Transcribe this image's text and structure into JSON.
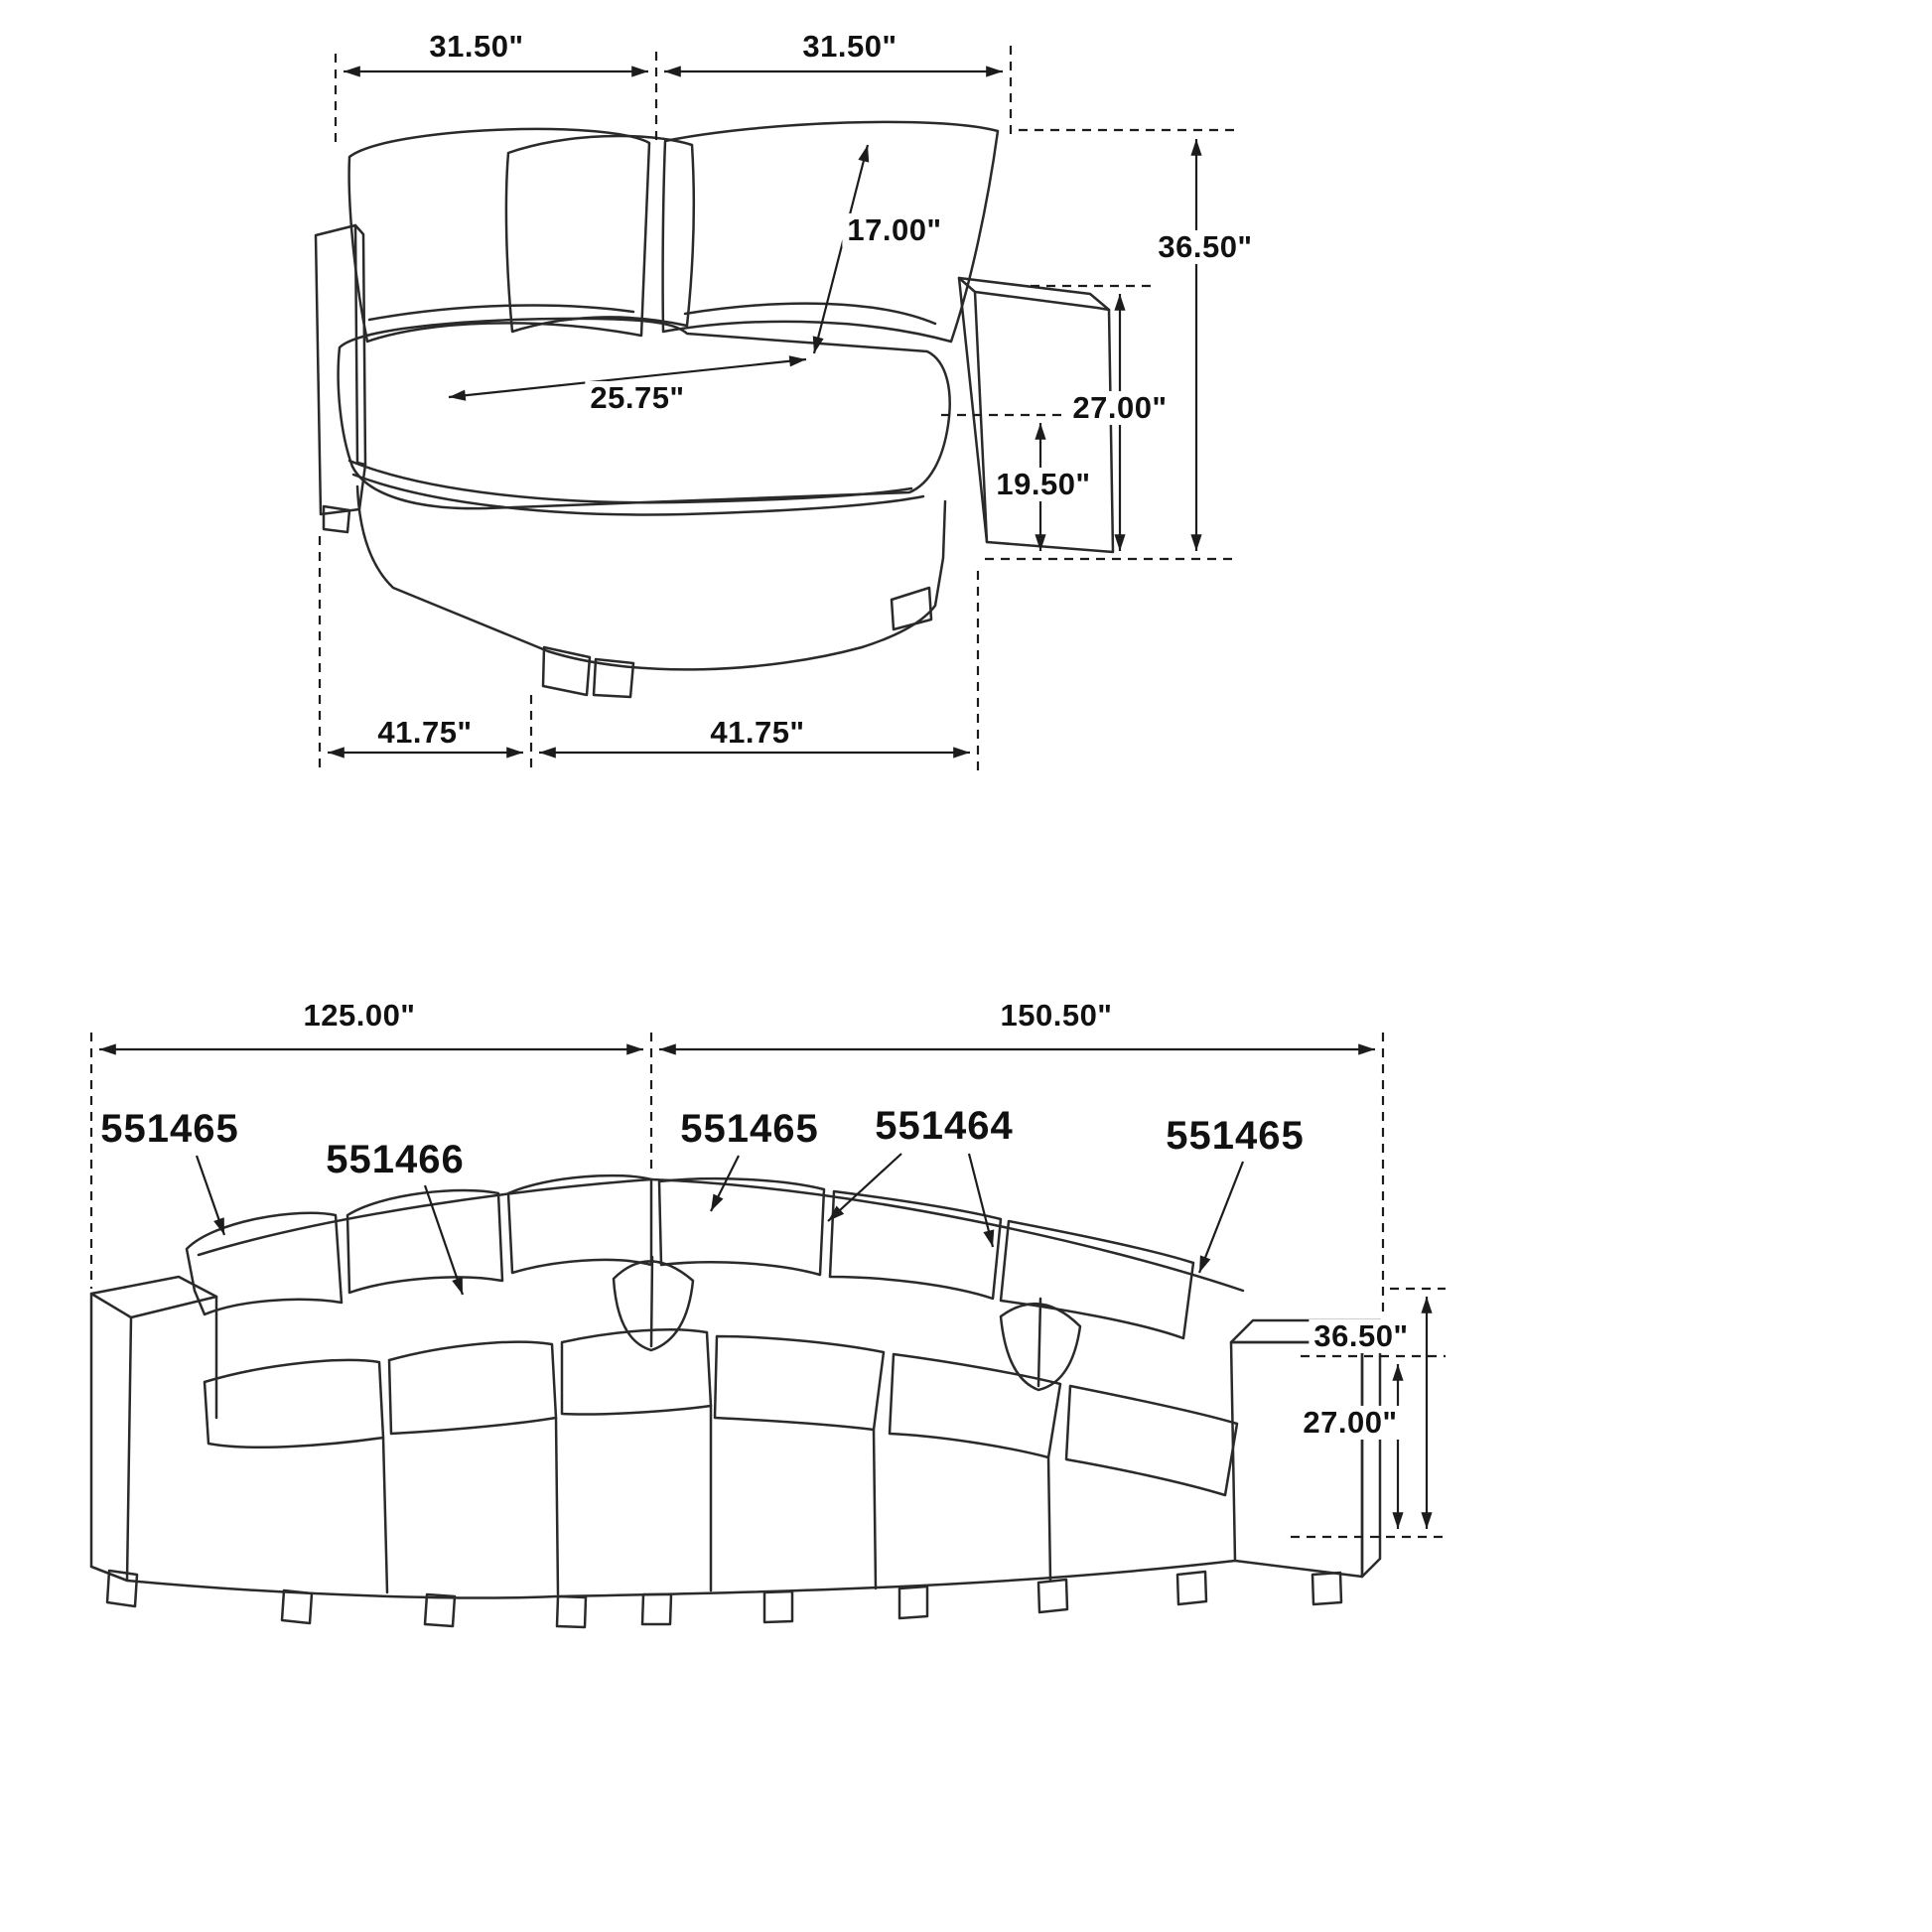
{
  "canvas": {
    "background": "#ffffff",
    "line_color": "#222222"
  },
  "top_diagram": {
    "title": "corner-module-dimension-drawing",
    "dims": {
      "top_width_left": "31.50\"",
      "top_width_right": "31.50\"",
      "back_cushion_height": "17.00\"",
      "overall_height": "36.50\"",
      "arm_height": "27.00\"",
      "seat_depth": "25.75\"",
      "seat_platform_height": "19.50\"",
      "base_width_left": "41.75\"",
      "base_width_right": "41.75\""
    }
  },
  "bottom_diagram": {
    "title": "sectional-configuration-drawing",
    "dims": {
      "left_run_width": "125.00\"",
      "right_run_width": "150.50\"",
      "overall_height": "36.50\"",
      "arm_height": "27.00\""
    },
    "skus": [
      {
        "label": "551465"
      },
      {
        "label": "551466"
      },
      {
        "label": "551465"
      },
      {
        "label": "551464"
      },
      {
        "label": "551465"
      }
    ]
  }
}
